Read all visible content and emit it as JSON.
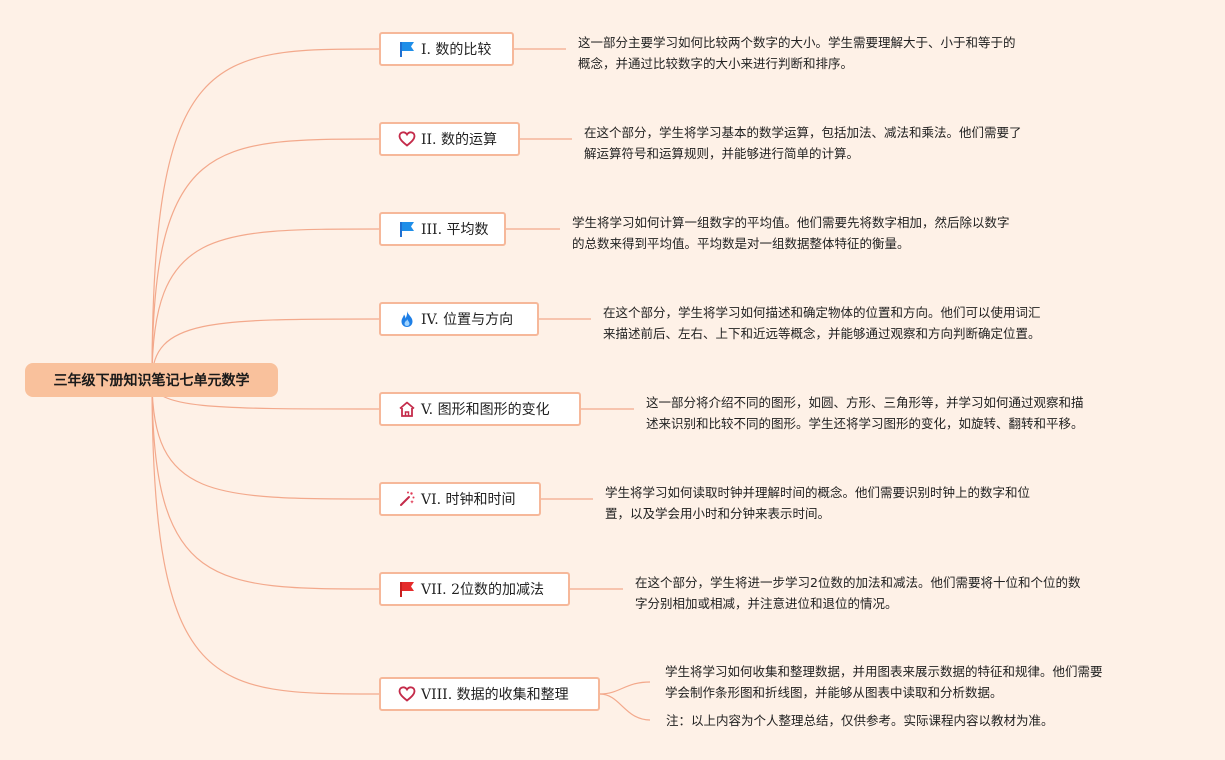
{
  "root": {
    "label": "三年级下册知识笔记七单元数学"
  },
  "colors": {
    "line": "#f3a98c",
    "node_border": "#f6b89a",
    "root_fill": "#f9c19c",
    "background": "#fef1e7"
  },
  "topics": [
    {
      "label": "I. 数的比较",
      "icon": "blue-flag-icon",
      "desc_lines": [
        "这一部分主要学习如何比较两个数字的大小。学生需要理解大于、小于和等于的",
        "概念，并通过比较数字的大小来进行判断和排序。"
      ]
    },
    {
      "label": "II. 数的运算",
      "icon": "heart-outline-icon",
      "desc_lines": [
        "在这个部分，学生将学习基本的数学运算，包括加法、减法和乘法。他们需要了",
        "解运算符号和运算规则，并能够进行简单的计算。"
      ]
    },
    {
      "label": "III. 平均数",
      "icon": "blue-flag-icon",
      "desc_lines": [
        "学生将学习如何计算一组数字的平均值。他们需要先将数字相加，然后除以数字",
        "的总数来得到平均值。平均数是对一组数据整体特征的衡量。"
      ]
    },
    {
      "label": "IV. 位置与方向",
      "icon": "flame-icon",
      "desc_lines": [
        "在这个部分，学生将学习如何描述和确定物体的位置和方向。他们可以使用词汇",
        "来描述前后、左右、上下和近远等概念，并能够通过观察和方向判断确定位置。"
      ]
    },
    {
      "label": "V. 图形和图形的变化",
      "icon": "house-icon",
      "desc_lines": [
        "这一部分将介绍不同的图形，如圆、方形、三角形等，并学习如何通过观察和描",
        "述来识别和比较不同的图形。学生还将学习图形的变化，如旋转、翻转和平移。"
      ]
    },
    {
      "label": "VI. 时钟和时间",
      "icon": "magic-wand-icon",
      "desc_lines": [
        "学生将学习如何读取时钟并理解时间的概念。他们需要识别时钟上的数字和位",
        "置，以及学会用小时和分钟来表示时间。"
      ]
    },
    {
      "label": "VII. 2位数的加减法",
      "icon": "red-flag-icon",
      "desc_lines": [
        "在这个部分，学生将进一步学习2位数的加法和减法。他们需要将十位和个位的数",
        "字分别相加或相减，并注意进位和退位的情况。"
      ]
    },
    {
      "label": "VIII. 数据的收集和整理",
      "icon": "heart-outline-icon",
      "desc_lines": [
        "学生将学习如何收集和整理数据，并用图表来展示数据的特征和规律。他们需要",
        "学会制作条形图和折线图，并能够从图表中读取和分析数据。"
      ]
    }
  ],
  "note": "注：以上内容为个人整理总结，仅供参考。实际课程内容以教材为准。"
}
